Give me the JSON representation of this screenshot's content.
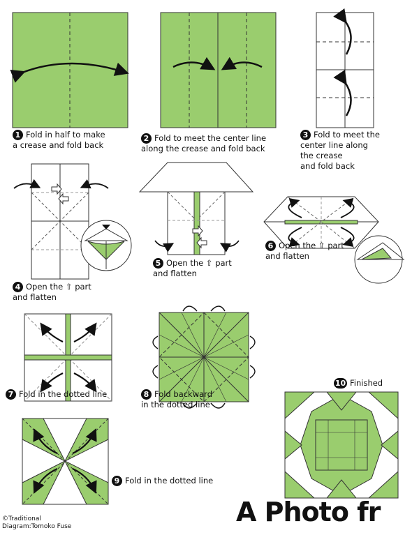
{
  "steps": [
    {
      "num": "1",
      "text": "Fold in half to make\na crease and fold back"
    },
    {
      "num": "2",
      "text": "Fold to meet the center line\nalong the crease and fold back"
    },
    {
      "num": "3",
      "text": "Fold to meet the\ncenter line along\nthe crease\nand fold back"
    },
    {
      "num": "4",
      "text": "Open the ⇧ part\nand flatten"
    },
    {
      "num": "5",
      "text": "Open the ⇧ part\nand flatten"
    },
    {
      "num": "6",
      "text": "Open the ⇧ part\nand flatten"
    },
    {
      "num": "7",
      "text": "Fold in the dotted line"
    },
    {
      "num": "8",
      "text": "Fold backward\nin the dotted line"
    },
    {
      "num": "9",
      "text": "Fold in the dotted line"
    },
    {
      "num": "10",
      "text": "Finished"
    }
  ],
  "title": "A Photo fr",
  "credit": "©Traditional\nDiagram:Tomoko Fuse",
  "colors": {
    "paper_green": "#9ACD6E",
    "paper_white": "#ffffff",
    "line": "#333333"
  }
}
